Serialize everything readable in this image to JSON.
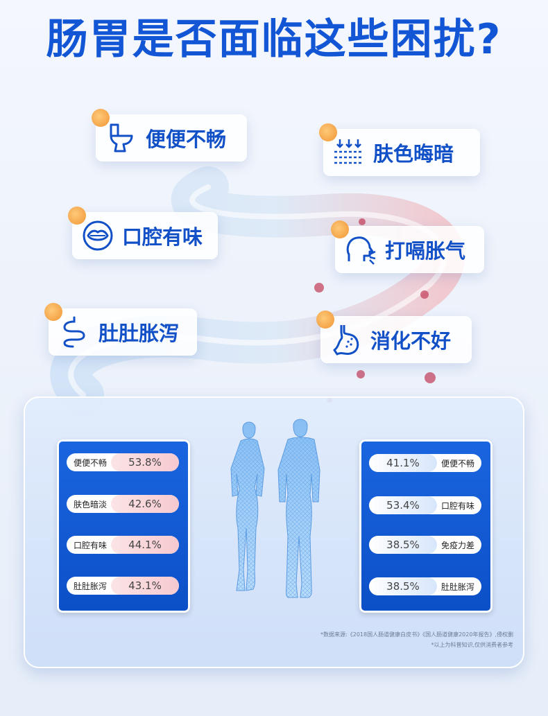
{
  "title": "肠胃是否面临这些困扰?",
  "symptoms": [
    {
      "label": "便便不畅",
      "icon": "toilet-icon"
    },
    {
      "label": "肤色晦暗",
      "icon": "skin-layers-icon"
    },
    {
      "label": "口腔有味",
      "icon": "mouth-icon"
    },
    {
      "label": "打嗝胀气",
      "icon": "burp-head-icon"
    },
    {
      "label": "肚肚胀泻",
      "icon": "intestine-icon"
    },
    {
      "label": "消化不好",
      "icon": "stomach-icon"
    }
  ],
  "stats_left": [
    {
      "label": "便便不畅",
      "value": "53.8%"
    },
    {
      "label": "肤色暗淡",
      "value": "42.6%"
    },
    {
      "label": "口腔有味",
      "value": "44.1%"
    },
    {
      "label": "肚肚胀泻",
      "value": "43.1%"
    }
  ],
  "stats_right": [
    {
      "label": "便便不畅",
      "value": "41.1%"
    },
    {
      "label": "口腔有味",
      "value": "53.4%"
    },
    {
      "label": "免疫力差",
      "value": "38.5%"
    },
    {
      "label": "肚肚胀泻",
      "value": "38.5%"
    }
  ],
  "source_line1": "*数据来源:《2018国人肠道健康白皮书》《国人肠道健康2020年报告》,侵权删",
  "source_line2": "*以上为科普知识,仅供消费者参考",
  "colors": {
    "brand": "#1256d6",
    "card": "#0c4fc7"
  }
}
